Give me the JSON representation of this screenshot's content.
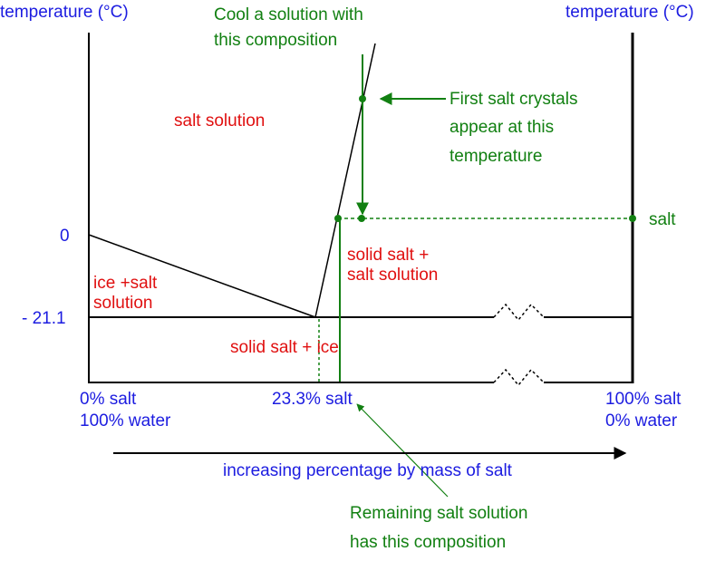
{
  "axes": {
    "left_title": "temperature (°C)",
    "right_title": "temperature (°C)",
    "tick_zero": "0",
    "tick_eutectic": "- 21.1",
    "x_left_line1": "0% salt",
    "x_left_line2": "100% water",
    "x_eutectic": "23.3% salt",
    "x_right_line1": "100% salt",
    "x_right_line2": "0% water",
    "arrow_caption": "increasing percentage by mass of salt"
  },
  "regions": {
    "salt_solution": "salt solution",
    "ice_salt_line1": "ice +salt",
    "ice_salt_line2": "solution",
    "solid_salt_solution_line1": "solid salt +",
    "solid_salt_solution_line2": "salt solution",
    "solid_salt_ice": "solid salt + ice",
    "salt": "salt"
  },
  "annotations": {
    "cool_line1": "Cool a solution with",
    "cool_line2": "this composition",
    "first_crystals_line1": "First salt crystals",
    "first_crystals_line2": "appear at this",
    "first_crystals_line3": "temperature",
    "remaining_line1": "Remaining salt solution",
    "remaining_line2": "has this composition"
  },
  "colors": {
    "axis_text": "#1c1ce0",
    "region_text": "#e01010",
    "annotation": "#128012",
    "lines": "#000000"
  }
}
